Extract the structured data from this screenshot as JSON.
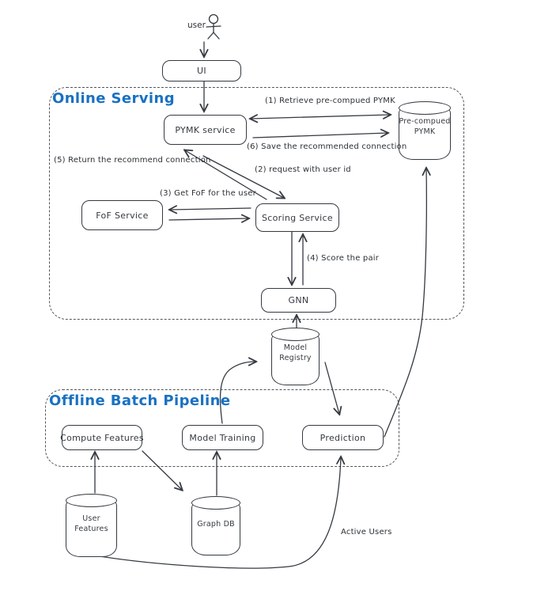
{
  "diagram": {
    "actor": {
      "label": "user"
    },
    "sections": {
      "online": {
        "title": "Online Serving"
      },
      "offline": {
        "title": "Offline Batch Pipeline"
      }
    },
    "nodes": {
      "ui": "UI",
      "pymk_service": "PYMK service",
      "fof_service": "FoF Service",
      "scoring_service": "Scoring Service",
      "gnn": "GNN",
      "compute_features": "Compute Features",
      "model_training": "Model Training",
      "prediction": "Prediction"
    },
    "datastores": {
      "precomputed_pymk": {
        "line1": "Pre-compued",
        "line2": "PYMK"
      },
      "model_registry": {
        "line1": "Model",
        "line2": "Registry"
      },
      "user_features": {
        "line1": "User",
        "line2": "Features"
      },
      "graph_db": {
        "line1": "Graph DB",
        "line2": ""
      }
    },
    "edge_labels": {
      "retrieve": "(1) Retrieve pre-compued PYMK",
      "save": "(6) Save the recommended connection",
      "return": "(5) Return the recommend connection",
      "request": "(2) request with user id",
      "get_fof": "(3) Get FoF for the user",
      "score": "(4) Score the pair",
      "active_users": "Active Users"
    },
    "colors": {
      "section_title": "#1971c2",
      "stroke": "#343a40"
    }
  }
}
